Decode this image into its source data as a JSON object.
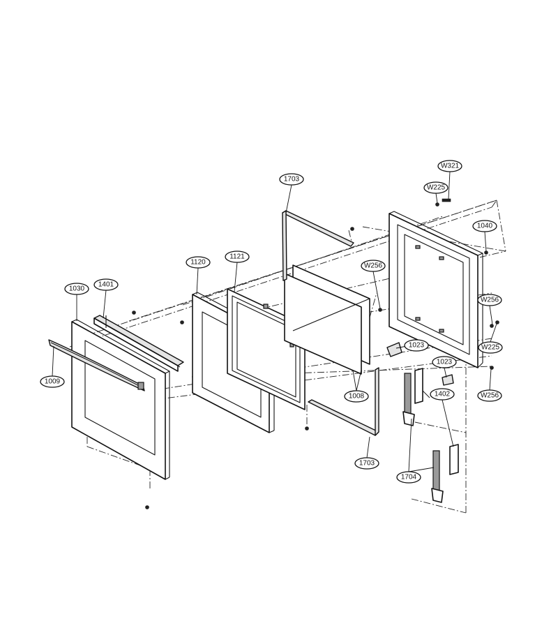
{
  "callouts": [
    {
      "id": "W321"
    },
    {
      "id": "W225"
    },
    {
      "id": "1703"
    },
    {
      "id": "1040"
    },
    {
      "id": "1120"
    },
    {
      "id": "1121"
    },
    {
      "id": "W256"
    },
    {
      "id": "1030"
    },
    {
      "id": "1401"
    },
    {
      "id": "W256"
    },
    {
      "id": "1023"
    },
    {
      "id": "W225"
    },
    {
      "id": "1023"
    },
    {
      "id": "1009"
    },
    {
      "id": "W256"
    },
    {
      "id": "1008"
    },
    {
      "id": "1402"
    },
    {
      "id": "1703"
    },
    {
      "id": "1704"
    }
  ]
}
